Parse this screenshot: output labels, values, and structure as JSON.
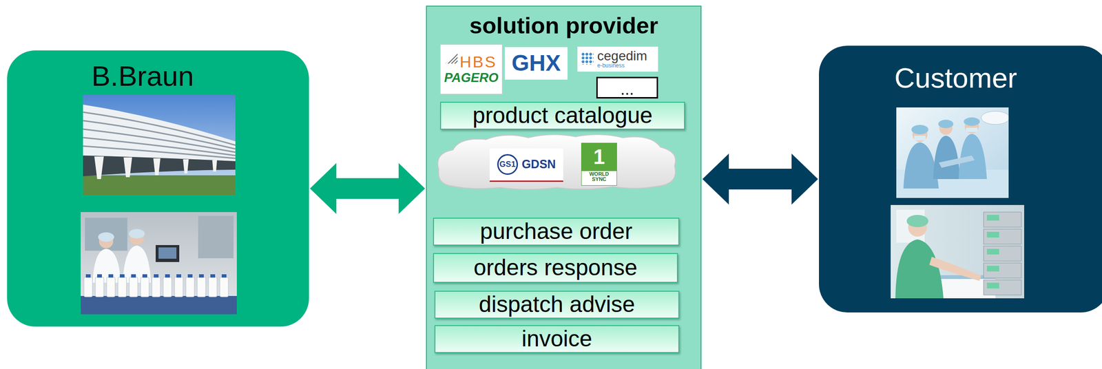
{
  "diagram": {
    "nodes": [
      {
        "text": [
          "B.Braun"
        ]
      },
      {
        "text": [
          "solution provider"
        ]
      },
      {
        "text": [
          "HBS",
          "PAGERO"
        ],
        "in": 1
      },
      {
        "text": [
          "GHX"
        ],
        "in": 1
      },
      {
        "text": [
          "cegedim",
          "e-business"
        ],
        "in": 1
      },
      {
        "text": [
          "..."
        ],
        "in": 1
      },
      {
        "text": [
          "product catalogue"
        ],
        "in": 1
      },
      {
        "text": [
          "GS1",
          "GDSN"
        ],
        "in": 1
      },
      {
        "text": [
          "1",
          "WORLD SYNC"
        ],
        "in": 1
      },
      {
        "text": [
          "purchase order"
        ],
        "in": 1
      },
      {
        "text": [
          "orders response"
        ],
        "in": 1
      },
      {
        "text": [
          "dispatch advise"
        ],
        "in": 1
      },
      {
        "text": [
          "invoice"
        ],
        "in": 1
      },
      {
        "text": [
          "Customer"
        ]
      }
    ],
    "edges": [
      {
        "from": 0,
        "to": 1,
        "arrow": "both"
      },
      {
        "from": 1,
        "to": 13,
        "arrow": "both"
      }
    ]
  }
}
